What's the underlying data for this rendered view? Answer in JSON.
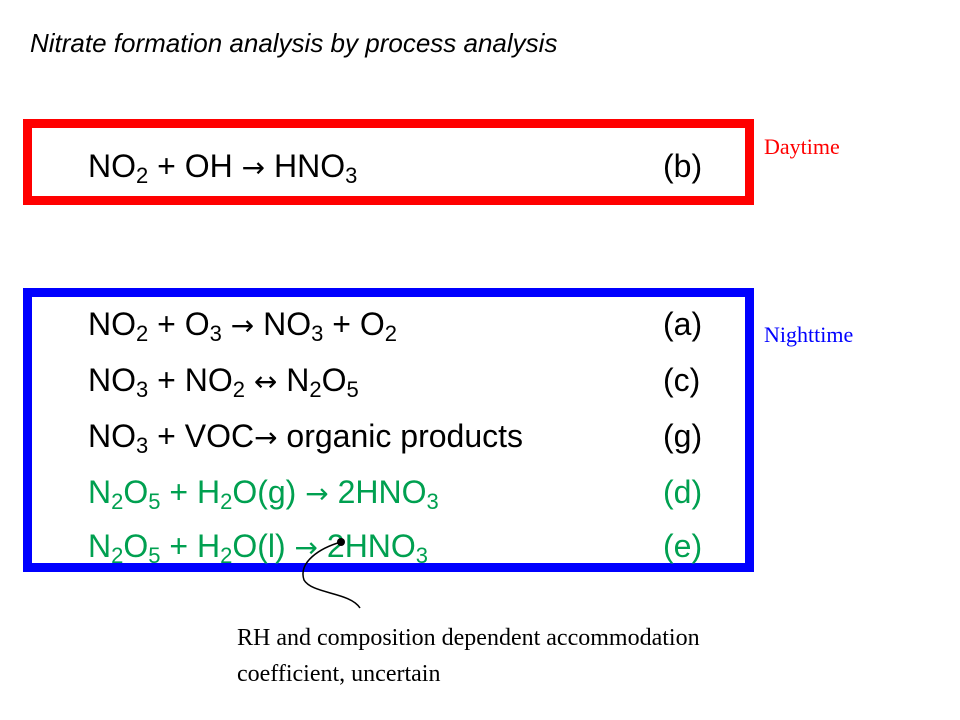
{
  "title": "Nitrate formation analysis by process analysis",
  "daytime": {
    "label": "Daytime",
    "reactions": [
      {
        "lhs": [
          "NO",
          "2",
          " + OH "
        ],
        "arrow": "→",
        "rhs": [
          " HNO",
          "3"
        ],
        "tag": "(b)"
      }
    ]
  },
  "nighttime": {
    "label": "Nighttime",
    "reactions": [
      {
        "p": [
          "NO",
          "2",
          " + O",
          "3",
          " "
        ],
        "arrow": "→",
        "q": [
          " NO",
          "3",
          " + O",
          "2"
        ],
        "tag": "(a)"
      },
      {
        "p": [
          "NO",
          "3",
          " + NO",
          "2",
          " "
        ],
        "arrow": "↔",
        "q": [
          " N",
          "2",
          "O",
          "5"
        ],
        "tag": "(c)"
      },
      {
        "p": [
          "NO",
          "3",
          " + VOC"
        ],
        "arrow": "→",
        "q": [
          " organic products"
        ],
        "tag": "(g)"
      },
      {
        "p": [
          "N",
          "2",
          "O",
          "5",
          " + H",
          "2",
          "O(g) "
        ],
        "arrow": "→",
        "q": [
          " 2HNO",
          "3"
        ],
        "tag": "(d)"
      },
      {
        "p": [
          "N",
          "2",
          "O",
          "5",
          " + H",
          "2",
          "O(l) "
        ],
        "arrow": "→",
        "q": [
          " 2HNO",
          "3"
        ],
        "tag": "(e)"
      }
    ]
  },
  "colors": {
    "daytime_box": "#ff0000",
    "nighttime_box": "#0000ff",
    "heterogeneous_reactions": "#00a050"
  },
  "note": {
    "line1": "RH and composition dependent accommodation",
    "line2": "coefficient, uncertain"
  }
}
